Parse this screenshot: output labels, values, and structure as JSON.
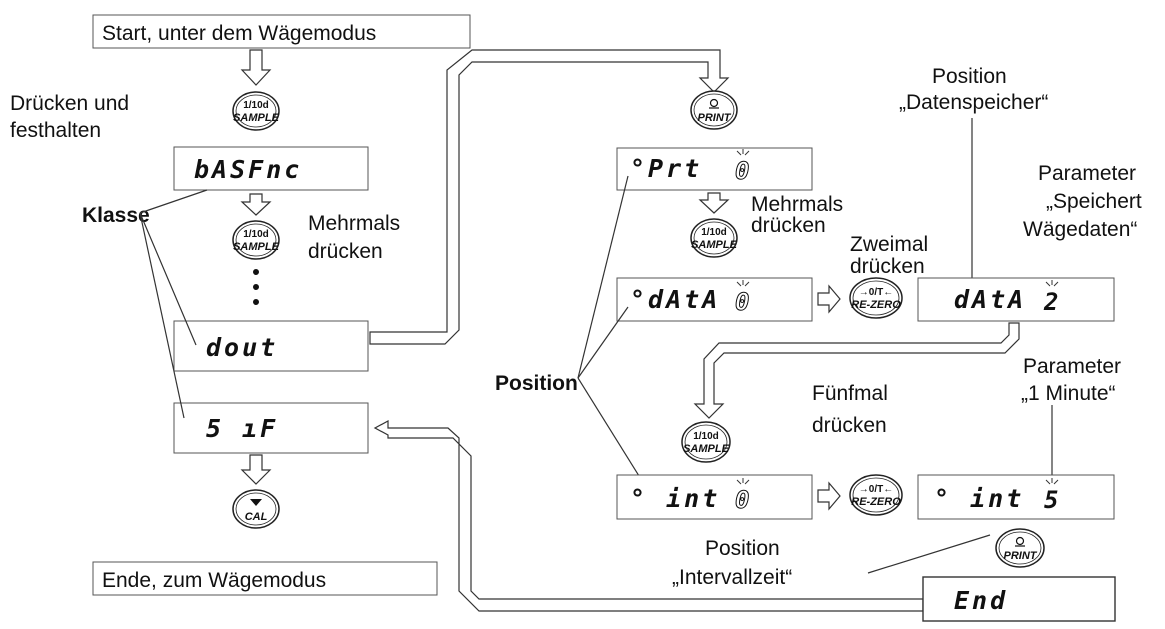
{
  "header": {
    "start": "Start, unter dem Wägemodus",
    "end": "Ende, zum Wägemodus"
  },
  "labels": {
    "press_hold_1": "Drücken und",
    "press_hold_2": "festhalten",
    "klasse": "Klasse",
    "position": "Position",
    "multi_1_line1": "Mehrmals",
    "multi_1_line2": "drücken",
    "multi_2_line1": "Mehrmals",
    "multi_2_line2": "drücken",
    "twice_line1": "Zweimal",
    "twice_line2": "drücken",
    "five_line1": "Fünfmal",
    "five_line2": "drücken",
    "pos_store_line1": "Position",
    "pos_store_line2": "„Datenspeicher“",
    "param_store_line1": "Parameter",
    "param_store_line2": "„Speichert",
    "param_store_line3": "Wägedaten“",
    "param_minute_line1": "Parameter",
    "param_minute_line2": "„1 Minute“",
    "pos_interval_line1": "Position",
    "pos_interval_line2": "„Intervallzeit“"
  },
  "displays": {
    "basfnc": "bASFnc",
    "dout": "dout",
    "sif": "5 ıF",
    "prt": "°Prt",
    "prt_val": "0",
    "data1": "°dAtA",
    "data1_val": "0",
    "data2": "dAtA",
    "data2_val": "2",
    "int1": "° int",
    "int1_val": "0",
    "int2": "° int",
    "int2_val": "5",
    "end": "End"
  },
  "buttons": {
    "sample_top": "1/10d",
    "sample_bottom": "SAMPLE",
    "print": "PRINT",
    "rezero_top": "→0/T←",
    "rezero_bottom": "RE-ZERO",
    "cal": "CAL"
  }
}
